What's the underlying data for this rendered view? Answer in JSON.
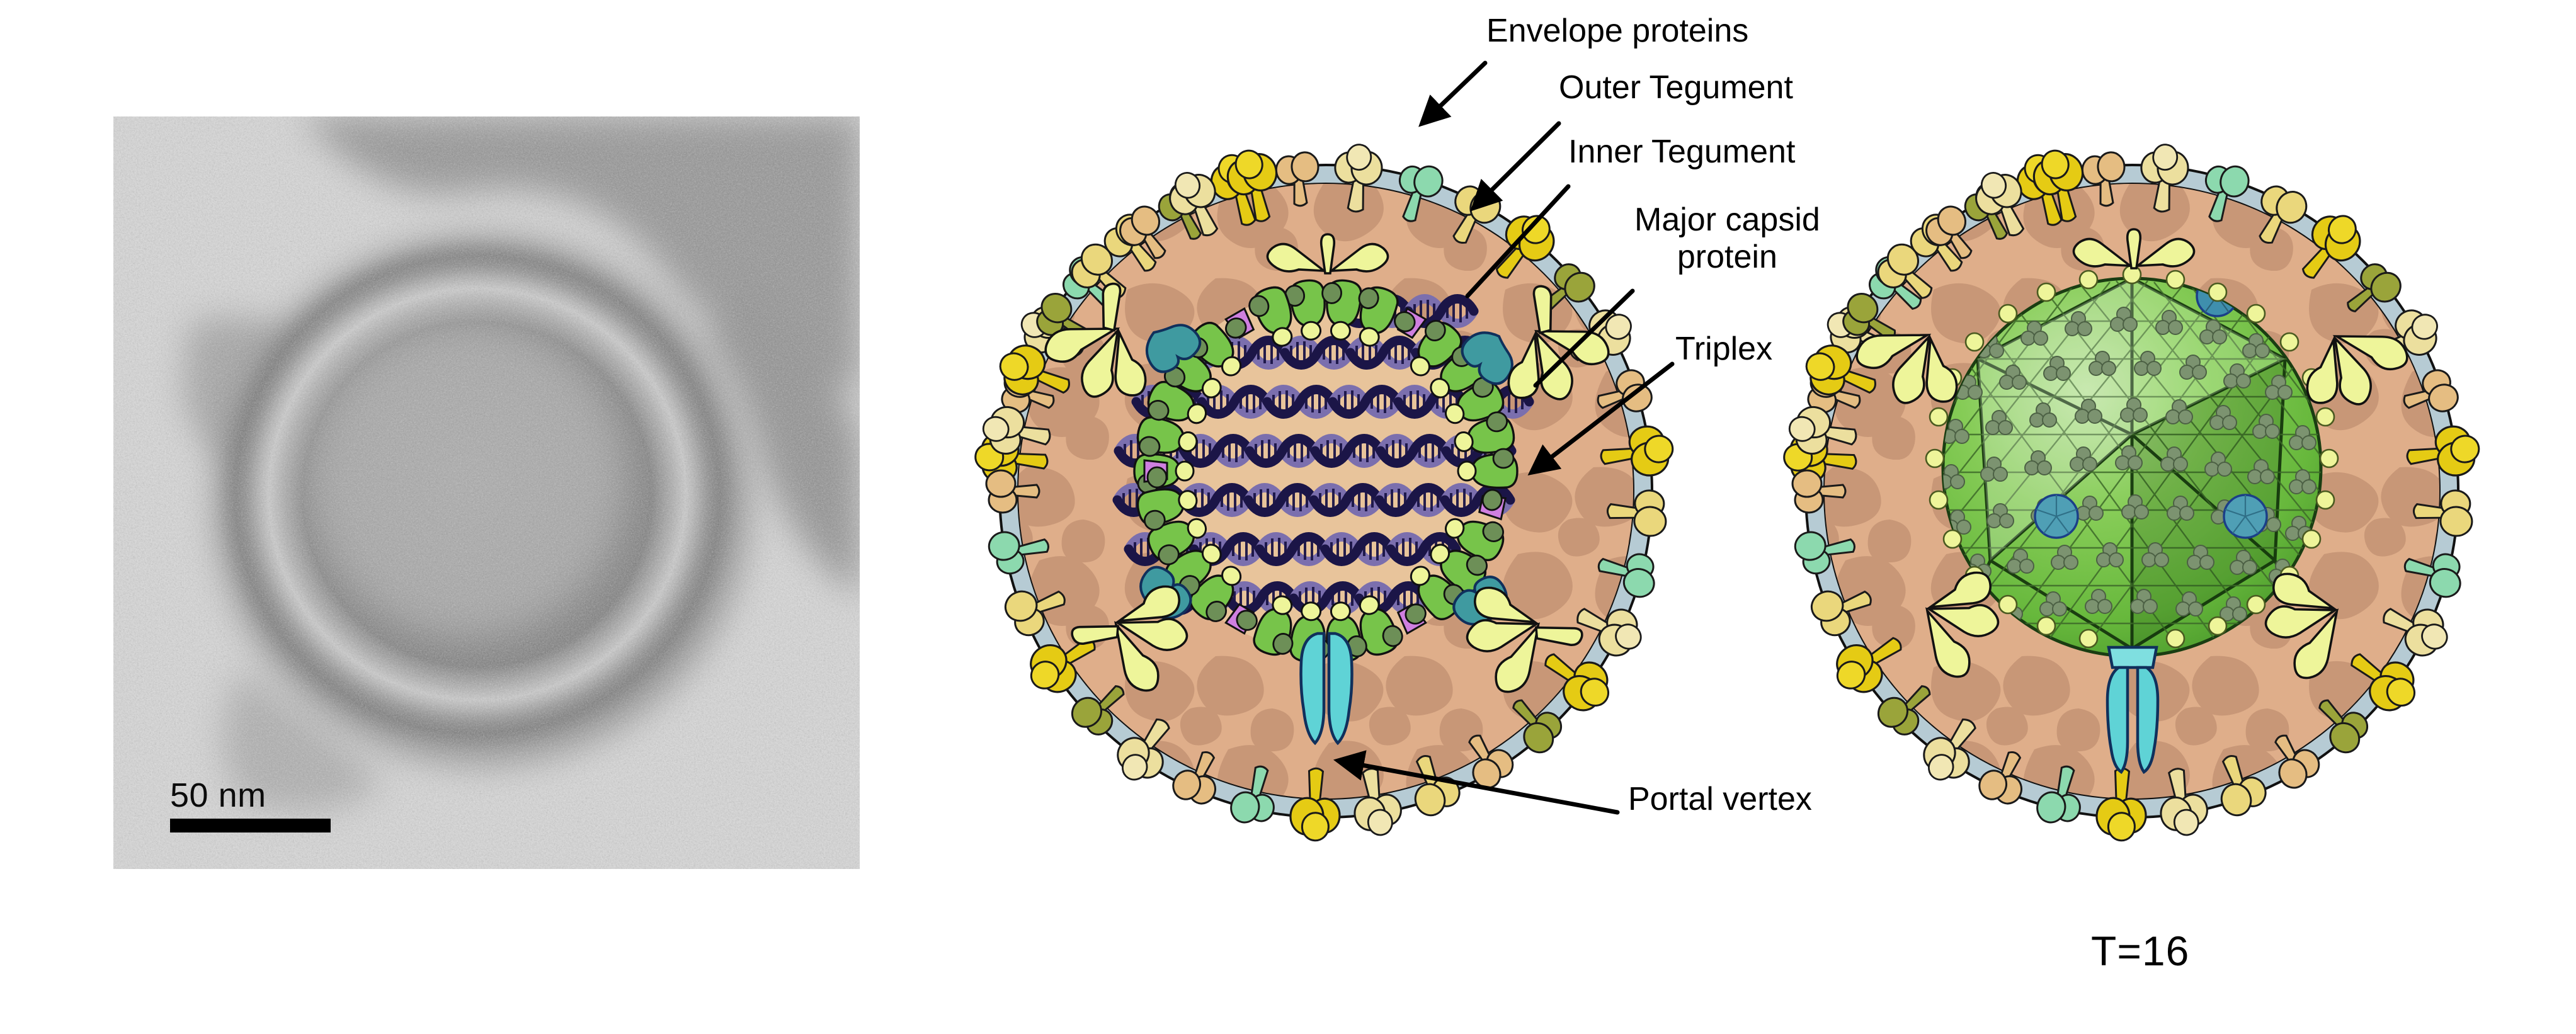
{
  "figure": {
    "type": "scientific-figure",
    "subject": "Herpesvirus virion structure",
    "panels": [
      "electron-micrograph",
      "cutaway-schematic-with-dna",
      "cutaway-schematic-with-intact-capsid"
    ]
  },
  "em_panel": {
    "name": "electron-micrograph",
    "scalebar": {
      "label": "50 nm",
      "value": 50,
      "unit": "nm"
    }
  },
  "annotations": [
    {
      "id": "envelope",
      "label": "Envelope proteins",
      "target": "envelope-glycoprotein-spike"
    },
    {
      "id": "outer_teg",
      "label": "Outer Tegument",
      "target": "outer-tegument-layer"
    },
    {
      "id": "inner_teg",
      "label": "Inner Tegument",
      "target": "inner-tegument-protein"
    },
    {
      "id": "major_cap",
      "label": "Major capsid\nprotein",
      "target": "capsid-hexon"
    },
    {
      "id": "triplex",
      "label": "Triplex",
      "target": "capsid-triplex"
    },
    {
      "id": "portal",
      "label": "Portal vertex",
      "target": "portal-vertex"
    }
  ],
  "capsid": {
    "triangulation_label": "T=16",
    "triangulation_number": 16
  },
  "colors": {
    "envelope_membrane": "#b6cbd4",
    "tegument_base": "#dca882",
    "tegument_mottle": "#b98a6c",
    "capsid_interior": "#e8c49b",
    "capsid_green": "#77c44a",
    "capsid_green_light": "#9ed07c",
    "capsid_green_dark": "#4f9e38",
    "triplex_grey_green": "#7c9370",
    "triplex_magenta": "#cf7fe0",
    "penton_blue": "#4f9fb5",
    "portal_cyan": "#5fd3d6",
    "inner_tegument_teal": "#3f9aa0",
    "outer_tegument_pale": "#eef59a",
    "dna_dark": "#1b1547",
    "dna_light": "#7b6fae",
    "spike_gold": "#e5cb14",
    "spike_olive": "#9aa43a",
    "spike_pale_yellow": "#ecdf9e",
    "spike_cream": "#ead77c",
    "spike_mint": "#8cd9ae",
    "spike_tan": "#e5bd82",
    "label_text": "#000000",
    "background": "#ffffff"
  }
}
